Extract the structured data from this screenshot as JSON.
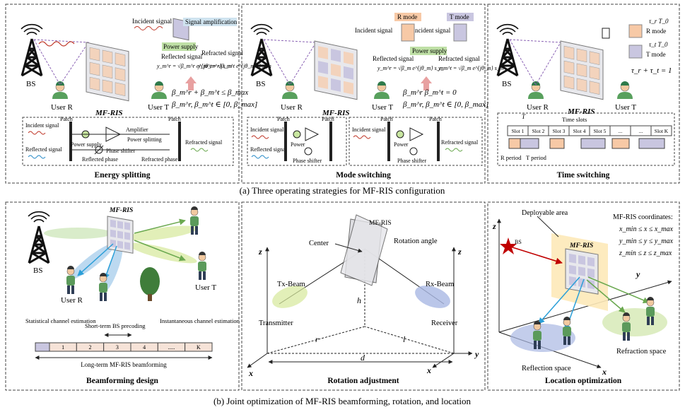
{
  "top": {
    "caption": "(a) Three operating strategies for MF-RIS configuration",
    "energy": {
      "title": "Energy splitting",
      "bs": "BS",
      "user_r": "User R",
      "user_t": "User T",
      "ris": "MF-RIS",
      "incident": "Incident signal",
      "amplification": "Signal amplification",
      "power_supply": "Power supply",
      "reflected": "Reflected signal",
      "refracted": "Refracted signal",
      "eq_r": "y_m^r = √β_m^r e^{jθ_m^r} s_m",
      "eq_t": "y_m^t = √β_m^t e^{jθ_m^t} s_m",
      "constraint1": "β_m^r + β_m^t ≤ β_max",
      "constraint2": "β_m^r, β_m^t ∈ [0, β_max]",
      "d_incident": "Incident signal",
      "d_patch1": "Patch",
      "d_patch2": "Patch",
      "d_amplifier": "Amplifier",
      "d_power_supply": "Power supply",
      "d_power_splitting": "Power splitting",
      "d_reflected": "Reflected signal",
      "d_phase_shifter": "Phase shifter",
      "d_reflected_phase": "Reflected phase",
      "d_refracted_phase": "Refracted phase",
      "d_refracted": "Refracted signal"
    },
    "mode": {
      "title": "Mode switching",
      "bs": "BS",
      "user_r": "User R",
      "user_t": "User T",
      "ris": "MF-RIS",
      "r_mode": "R mode",
      "t_mode": "T mode",
      "incident1": "Incident signal",
      "incident2": "Incident signal",
      "reflected": "Reflected signal",
      "refracted": "Refracted signal",
      "power_supply": "Power supply",
      "eq_r": "y_m^r = √β_m e^{jθ_m} s_m",
      "eq_t": "y_m^t = √β_m e^{jθ_m} s_m",
      "constraint1": "β_m^r β_m^t = 0",
      "constraint2": "β_m^r, β_m^t ∈ [0, β_max]",
      "d_incident1": "Incident signal",
      "d_reflected": "Reflected signal",
      "d_patch1": "Patch",
      "d_patch2": "Patch",
      "d_power1": "Power",
      "d_phase1": "Phase shifter",
      "d_incident2": "Incident signal",
      "d_patch3": "Patch",
      "d_patch4": "Patch",
      "d_power2": "Power",
      "d_phase2": "Phase shifter",
      "d_refracted": "Refracted signal"
    },
    "time": {
      "title": "Time switching",
      "bs": "BS",
      "user_r": "User R",
      "user_t": "User T",
      "ris": "MF-RIS",
      "tau_r": "τ_r T_0",
      "tau_t": "τ_t T_0",
      "r_mode": "R mode",
      "t_mode": "T mode",
      "constraint": "τ_r + τ_t = 1",
      "time_slots": "Time slots",
      "t_label": "T",
      "slots": [
        "Slot 1",
        "Slot 2",
        "Slot 3",
        "Slot 4",
        "Slot 5",
        "...",
        "...",
        "Slot K"
      ],
      "r_period": "R period",
      "t_period": "T period"
    }
  },
  "bottom": {
    "caption": "(b) Joint optimization of MF-RIS beamforming, rotation, and location",
    "beam": {
      "title": "Beamforming design",
      "bs": "BS",
      "ris": "MF-RIS",
      "user_r": "User R",
      "user_t": "User T",
      "stat": "Statistical channel estimation",
      "short_term": "Short-term BS precoding",
      "inst": "Instantaneous channel estimation",
      "blocks": [
        "1",
        "2",
        "3",
        "4",
        ".....",
        "K"
      ],
      "long_term": "Long-term MF-RIS beamforming"
    },
    "rotation": {
      "title": "Rotation adjustment",
      "ris": "MF-RIS",
      "center": "Center",
      "rotation_angle": "Rotation angle",
      "tx_beam": "Tx-Beam",
      "rx_beam": "Rx-Beam",
      "transmitter": "Transmitter",
      "receiver": "Receiver",
      "h": "h",
      "r": "r",
      "l": "l",
      "d": "d",
      "z1": "z",
      "z2": "z",
      "x1": "x",
      "x2": "x",
      "y": "y"
    },
    "location": {
      "title": "Location optimization",
      "z": "z",
      "x": "x",
      "y": "y",
      "bs": "BS",
      "ris": "MF-RIS",
      "deployable": "Deployable area",
      "coords_title": "MF-RIS coordinates:",
      "coord_x": "x_min ≤ x ≤ x_max",
      "coord_y": "y_min ≤ y ≤ y_max",
      "coord_z": "z_min ≤ z ≤ z_max",
      "reflection_space": "Reflection space",
      "refraction_space": "Refraction space"
    }
  },
  "colors": {
    "orange": "#f7c9a6",
    "lavender": "#c9c6e0",
    "pale_yellow": "#fde9b8",
    "red_wave": "#c0392b",
    "blue_wave": "#2a8cc8",
    "green_wave": "#6aa84f",
    "arrow_pink": "#e8a0a0",
    "sky": "#9fc9ea",
    "star": "#c00000"
  }
}
